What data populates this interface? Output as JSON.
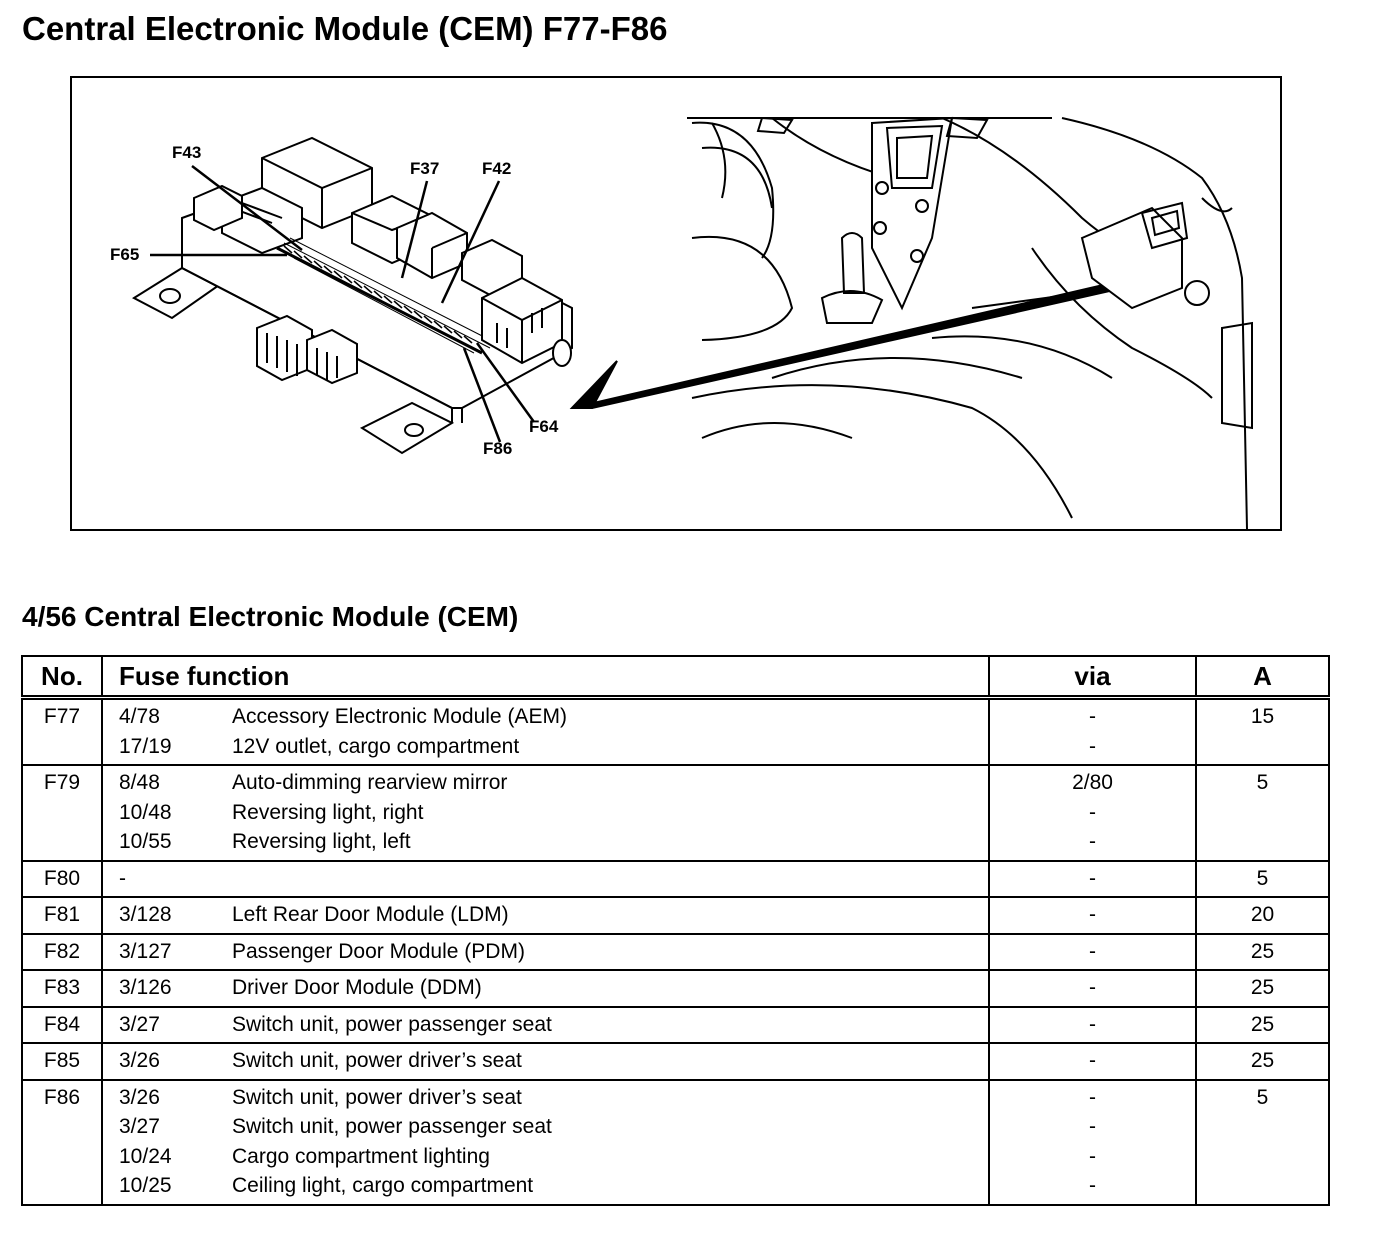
{
  "title": "Central Electronic Module (CEM) F77-F86",
  "figure": {
    "callouts": [
      "F43",
      "F37",
      "F42",
      "F65",
      "F64",
      "F86"
    ]
  },
  "subtitle": "4/56 Central Electronic Module (CEM)",
  "table": {
    "headers": {
      "no": "No.",
      "function": "Fuse function",
      "via": "via",
      "amp": "A"
    },
    "rows": [
      {
        "no": "F77",
        "amp": "15",
        "items": [
          {
            "code": "4/78",
            "desc": "Accessory Electronic Module (AEM)",
            "via": "-"
          },
          {
            "code": "17/19",
            "desc": "12V outlet, cargo compartment",
            "via": "-"
          }
        ]
      },
      {
        "no": "F79",
        "amp": "5",
        "items": [
          {
            "code": "8/48",
            "desc": "Auto-dimming rearview mirror",
            "via": "2/80"
          },
          {
            "code": "10/48",
            "desc": "Reversing light, right",
            "via": "-"
          },
          {
            "code": "10/55",
            "desc": "Reversing light, left",
            "via": "-"
          }
        ]
      },
      {
        "no": "F80",
        "amp": "5",
        "items": [
          {
            "code": "-",
            "desc": "",
            "via": "-"
          }
        ]
      },
      {
        "no": "F81",
        "amp": "20",
        "items": [
          {
            "code": "3/128",
            "desc": "Left Rear Door Module (LDM)",
            "via": "-"
          }
        ]
      },
      {
        "no": "F82",
        "amp": "25",
        "items": [
          {
            "code": "3/127",
            "desc": "Passenger Door Module (PDM)",
            "via": "-"
          }
        ]
      },
      {
        "no": "F83",
        "amp": "25",
        "items": [
          {
            "code": "3/126",
            "desc": "Driver Door Module (DDM)",
            "via": "-"
          }
        ]
      },
      {
        "no": "F84",
        "amp": "25",
        "items": [
          {
            "code": "3/27",
            "desc": "Switch unit, power passenger seat",
            "via": "-"
          }
        ]
      },
      {
        "no": "F85",
        "amp": "25",
        "items": [
          {
            "code": "3/26",
            "desc": "Switch unit, power driver’s seat",
            "via": "-"
          }
        ]
      },
      {
        "no": "F86",
        "amp": "5",
        "items": [
          {
            "code": "3/26",
            "desc": "Switch unit, power driver’s seat",
            "via": "-"
          },
          {
            "code": "3/27",
            "desc": "Switch unit, power passenger seat",
            "via": "-"
          },
          {
            "code": "10/24",
            "desc": "Cargo compartment lighting",
            "via": "-"
          },
          {
            "code": "10/25",
            "desc": "Ceiling light, cargo compartment",
            "via": "-"
          }
        ]
      }
    ]
  }
}
